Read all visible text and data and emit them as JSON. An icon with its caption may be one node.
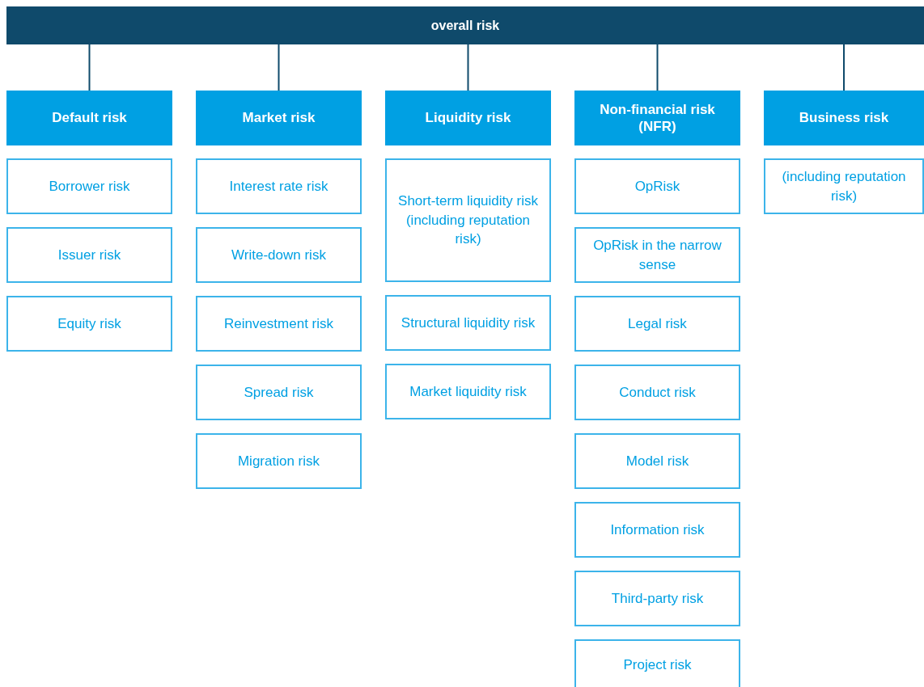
{
  "diagram": {
    "nodes": [
      {
        "text": [
          "overall risk"
        ]
      },
      {
        "text": [
          "Default risk"
        ]
      },
      {
        "text": [
          "Borrower risk"
        ]
      },
      {
        "text": [
          "Issuer risk"
        ]
      },
      {
        "text": [
          "Equity risk"
        ]
      },
      {
        "text": [
          "Market risk"
        ]
      },
      {
        "text": [
          "Interest rate risk"
        ]
      },
      {
        "text": [
          "Write-down risk"
        ]
      },
      {
        "text": [
          "Reinvestment risk"
        ]
      },
      {
        "text": [
          "Spread risk"
        ]
      },
      {
        "text": [
          "Migration risk"
        ]
      },
      {
        "text": [
          "Liquidity risk"
        ]
      },
      {
        "text": [
          "Short-term liquidity risk (including reputation risk)"
        ]
      },
      {
        "text": [
          "Structural liquidity risk"
        ]
      },
      {
        "text": [
          "Market liquidity risk"
        ]
      },
      {
        "text": [
          "Non-financial risk (NFR)"
        ]
      },
      {
        "text": [
          "OpRisk"
        ]
      },
      {
        "text": [
          "OpRisk in the narrow sense"
        ]
      },
      {
        "text": [
          "Legal risk"
        ]
      },
      {
        "text": [
          "Conduct risk"
        ]
      },
      {
        "text": [
          "Model risk"
        ]
      },
      {
        "text": [
          "Information risk"
        ]
      },
      {
        "text": [
          "Third-party risk"
        ]
      },
      {
        "text": [
          "Project risk"
        ]
      },
      {
        "text": [
          "Business risk"
        ]
      },
      {
        "text": [
          "(including reputation risk)"
        ]
      }
    ],
    "edges": [
      {
        "from": 0,
        "to": 1,
        "arrow": "none"
      },
      {
        "from": 0,
        "to": 5,
        "arrow": "none"
      },
      {
        "from": 0,
        "to": 11,
        "arrow": "none"
      },
      {
        "from": 0,
        "to": 15,
        "arrow": "none"
      },
      {
        "from": 0,
        "to": 24,
        "arrow": "none"
      }
    ]
  }
}
